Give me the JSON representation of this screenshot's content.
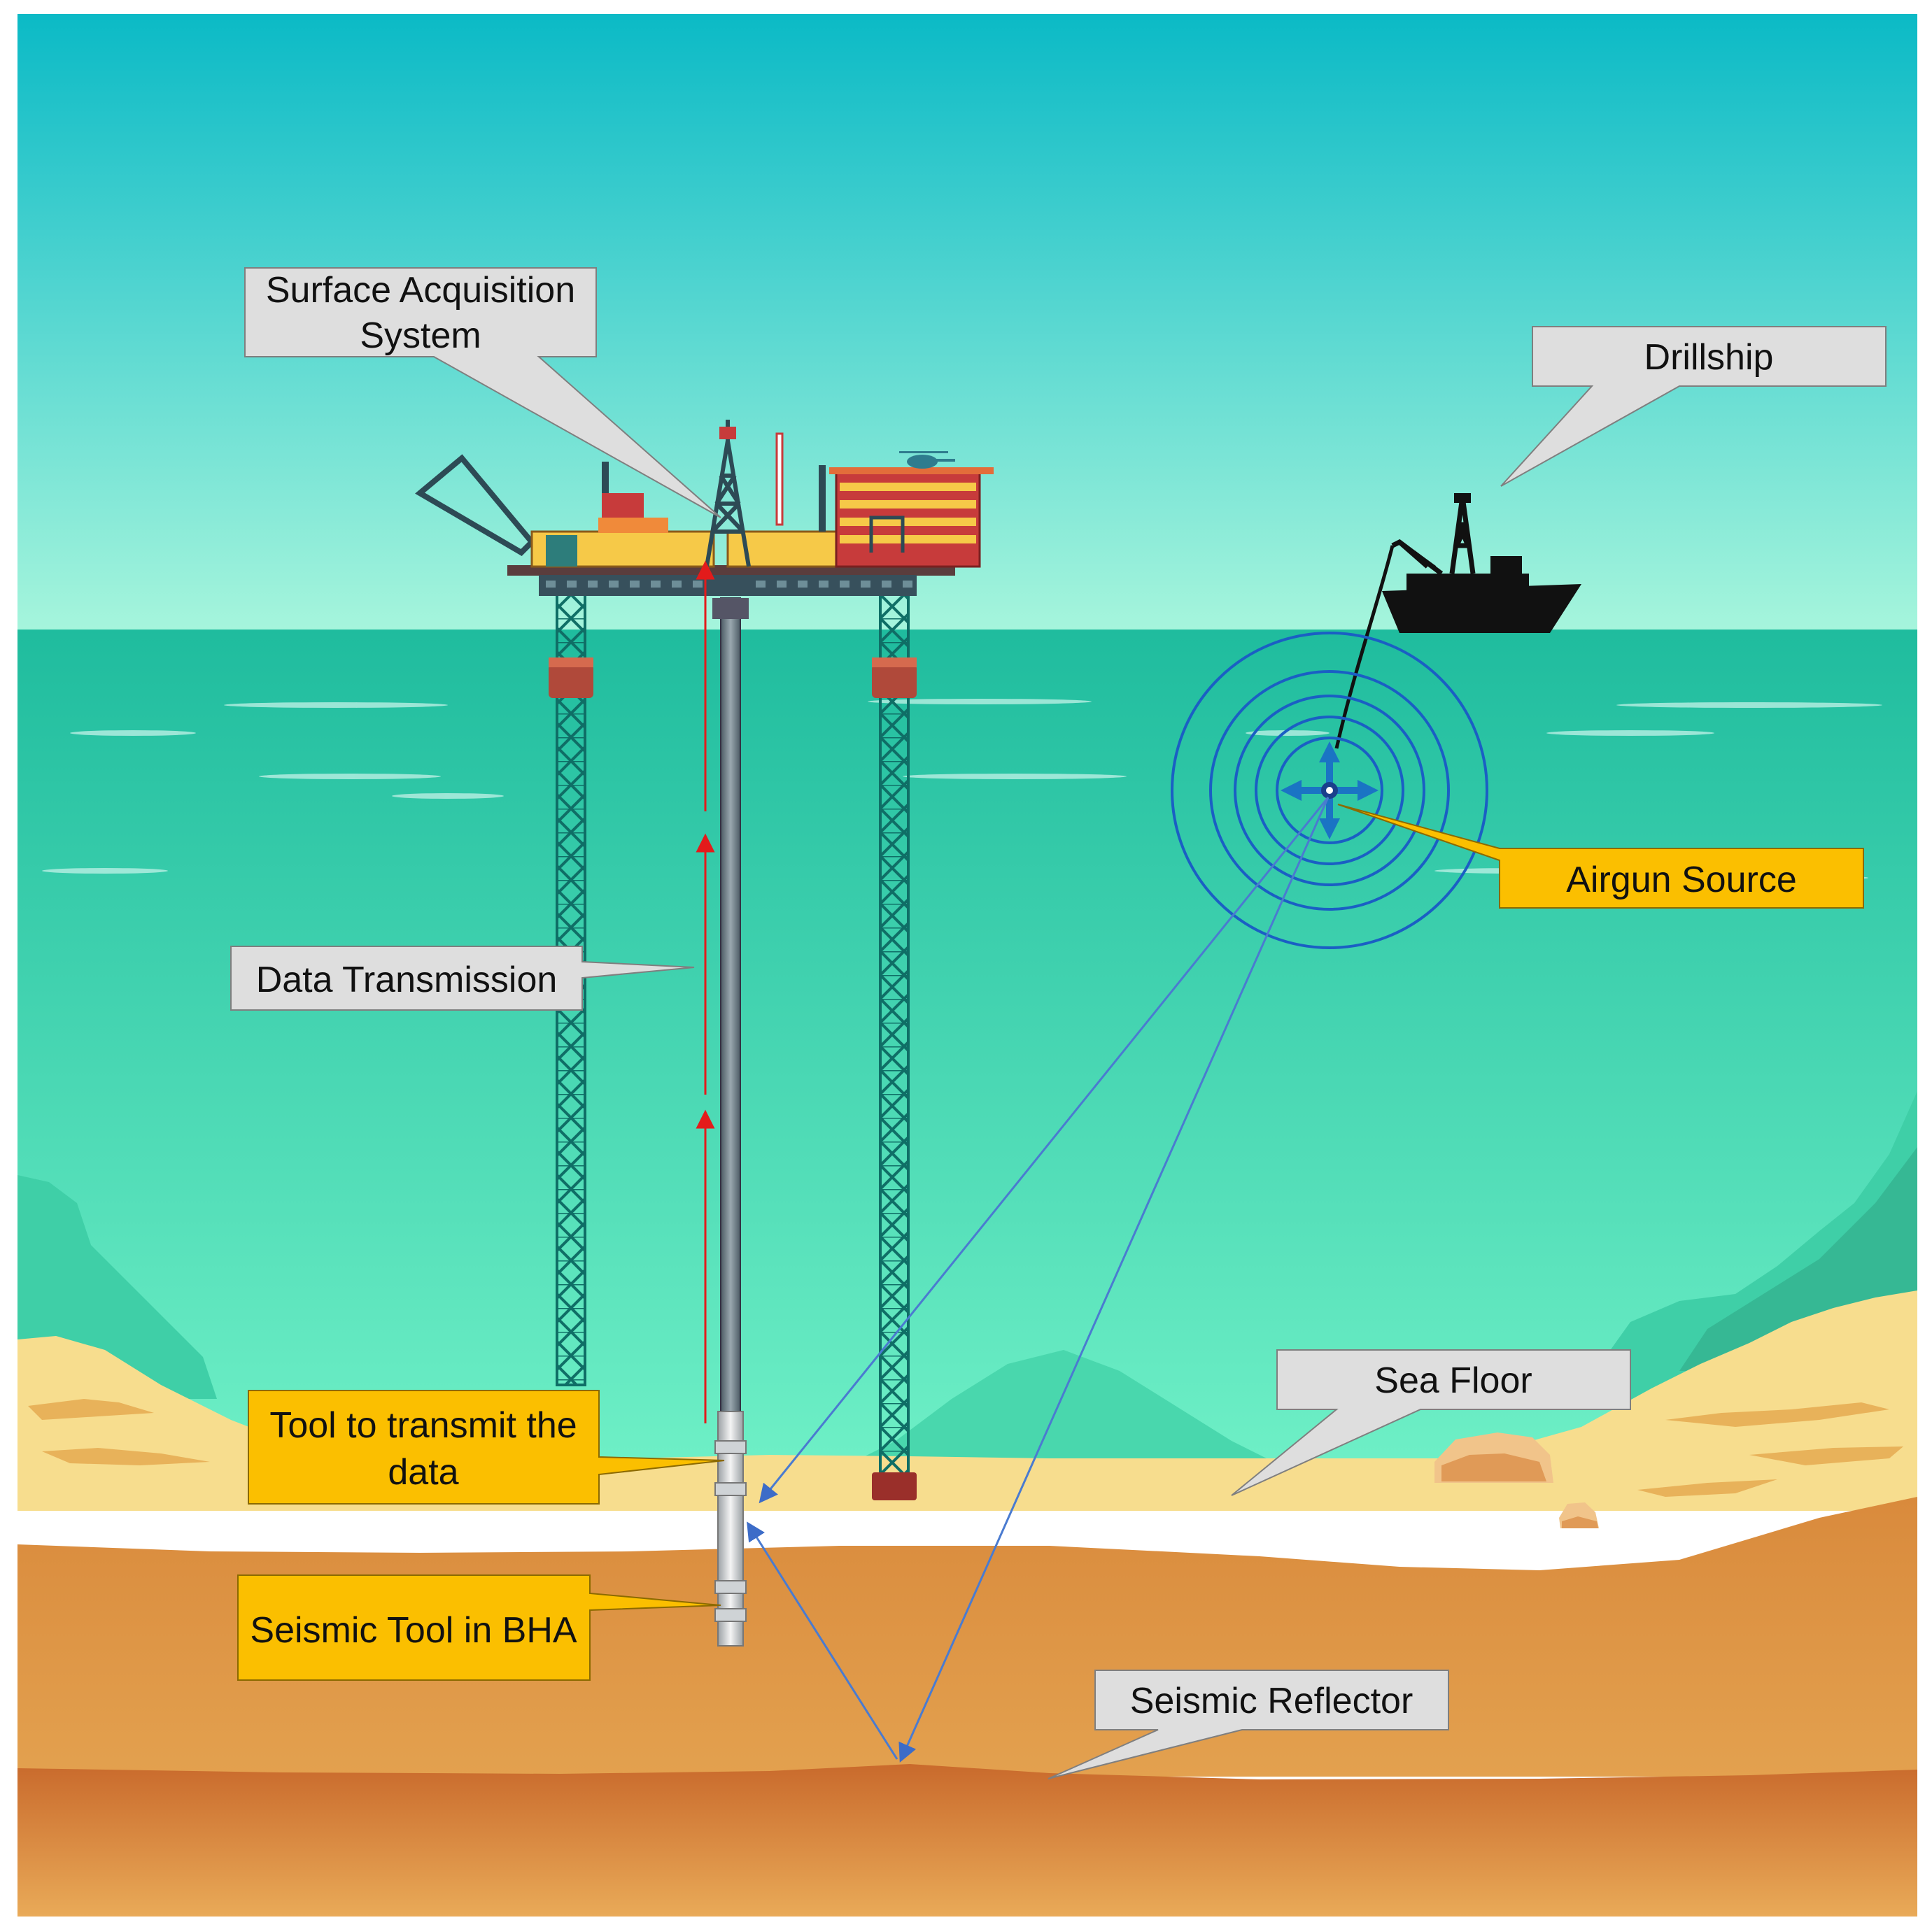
{
  "labels": {
    "surface_acquisition_line1": "Surface Acquisition",
    "surface_acquisition_line2": "System",
    "drillship": "Drillship",
    "data_transmission": "Data Transmission",
    "airgun_source": "Airgun Source",
    "tool_transmit_line1": "Tool to transmit the",
    "tool_transmit_line2": "data",
    "seismic_tool": "Seismic Tool in BHA",
    "sea_floor": "Sea Floor",
    "seismic_reflector": "Seismic Reflector"
  },
  "colors": {
    "sky_top": "#0bbac6",
    "sky_bottom": "#a6f5dc",
    "sea_top": "#1fbc9e",
    "sea_bottom": "#72f2c8",
    "sand": "#f7dd8e",
    "earth_top": "#d98a3c",
    "earth_bottom": "#c4622a",
    "callout_gray": "#dedede",
    "callout_yellow": "#fbbf00",
    "wave_rings": "#1a5fc4",
    "ray_lines": "#4a7bd0",
    "data_arrows": "#e31b1b",
    "ship": "#111111"
  }
}
